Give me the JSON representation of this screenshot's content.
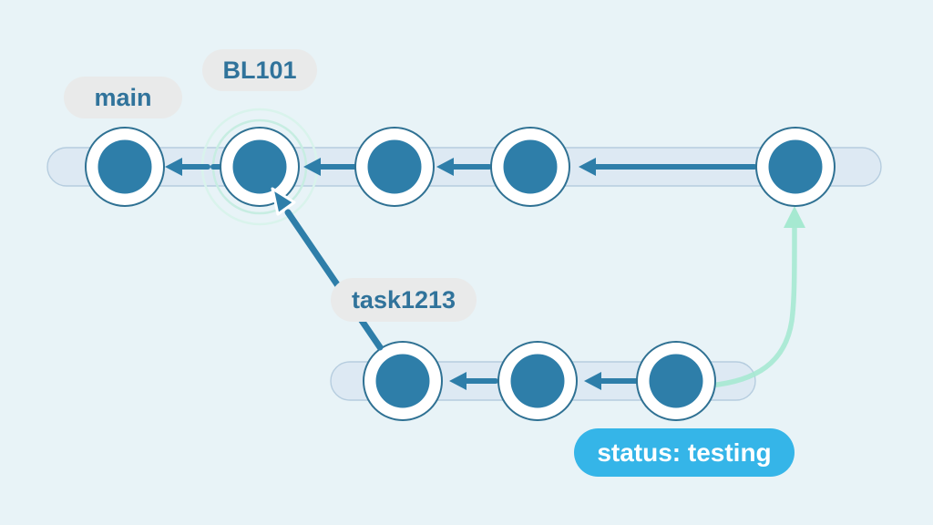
{
  "labels": {
    "main": "main",
    "bl101": "BL101",
    "task1213": "task1213",
    "status": "status: testing"
  },
  "colors": {
    "background": "#e8f3f7",
    "track-fill": "#dde9f3",
    "track-border": "#b6cddf",
    "commit-fill": "#2e7ea9",
    "commit-ring-border": "#2f7193",
    "arrow-blue": "#2e7ea9",
    "label-pill-bg": "#e9eaea",
    "label-text": "#30739b",
    "status-pill-bg": "#35b5e8",
    "status-text": "#ffffff",
    "mint-arrow": "#a6e9d1",
    "highlight-ring": "#c7ede2",
    "highlight-ring-outer": "#d9f3ec"
  },
  "diagram": {
    "type": "git-branch-graph",
    "branches": [
      {
        "name": "main",
        "commit_count": 5
      },
      {
        "name": "task1213",
        "commit_count": 3
      }
    ],
    "notes": [
      "BL101 label marks the highlighted second commit on main",
      "task1213 branch points back to the BL101 commit with a blue arrow",
      "status: testing badge sits under the last task1213 commit; a mint curved arrow leads up to the newest main commit",
      "all commit arrows point left toward parent commits"
    ]
  }
}
